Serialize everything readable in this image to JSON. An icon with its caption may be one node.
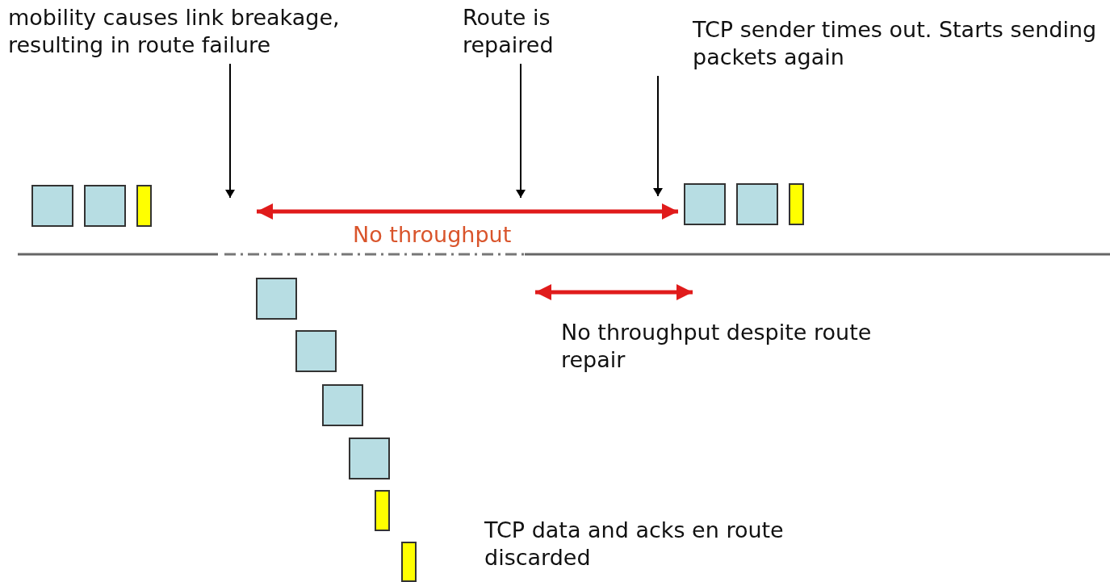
{
  "diagram": {
    "nodes": [
      {
        "text": [
          "mobility causes link breakage, resulting in route failure"
        ]
      },
      {
        "text": [
          "Route is repaired"
        ]
      },
      {
        "text": [
          "TCP sender times out. Starts sending packets again"
        ]
      }
    ],
    "edges": [
      {
        "from": 0,
        "to": null,
        "arrow": "to"
      },
      {
        "from": 1,
        "to": null,
        "arrow": "to"
      },
      {
        "from": 2,
        "to": null,
        "arrow": "to"
      }
    ],
    "labels": [
      "No throughput",
      "No throughput despite route repair",
      "TCP data and acks en route discarded"
    ]
  }
}
